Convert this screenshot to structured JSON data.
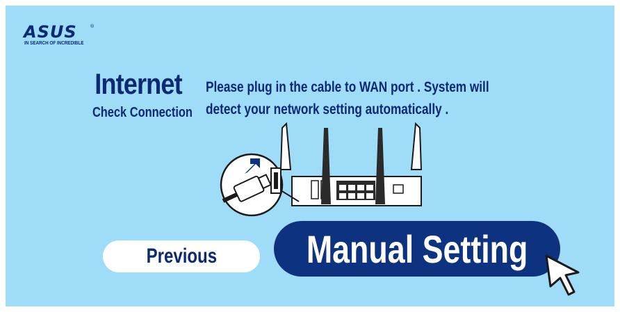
{
  "brand": {
    "logo_text": "ASUS",
    "tagline": "IN SEARCH OF INCREDIBLE"
  },
  "heading": {
    "title": "Internet",
    "subtitle": "Check Connection"
  },
  "message": "Please plug in the cable to WAN port . System will detect your network setting automatically .",
  "buttons": {
    "previous": "Previous",
    "manual_setting": "Manual Setting"
  },
  "illustration": {
    "subject": "router-with-cable-plug-in",
    "icons": [
      "router-icon",
      "cable-plug-icon",
      "arrow-icon",
      "cursor-icon"
    ]
  },
  "colors": {
    "background": "#9fdcf7",
    "brand_navy": "#0b2a73",
    "button_primary": "#0d3380",
    "button_secondary": "#ffffff"
  }
}
